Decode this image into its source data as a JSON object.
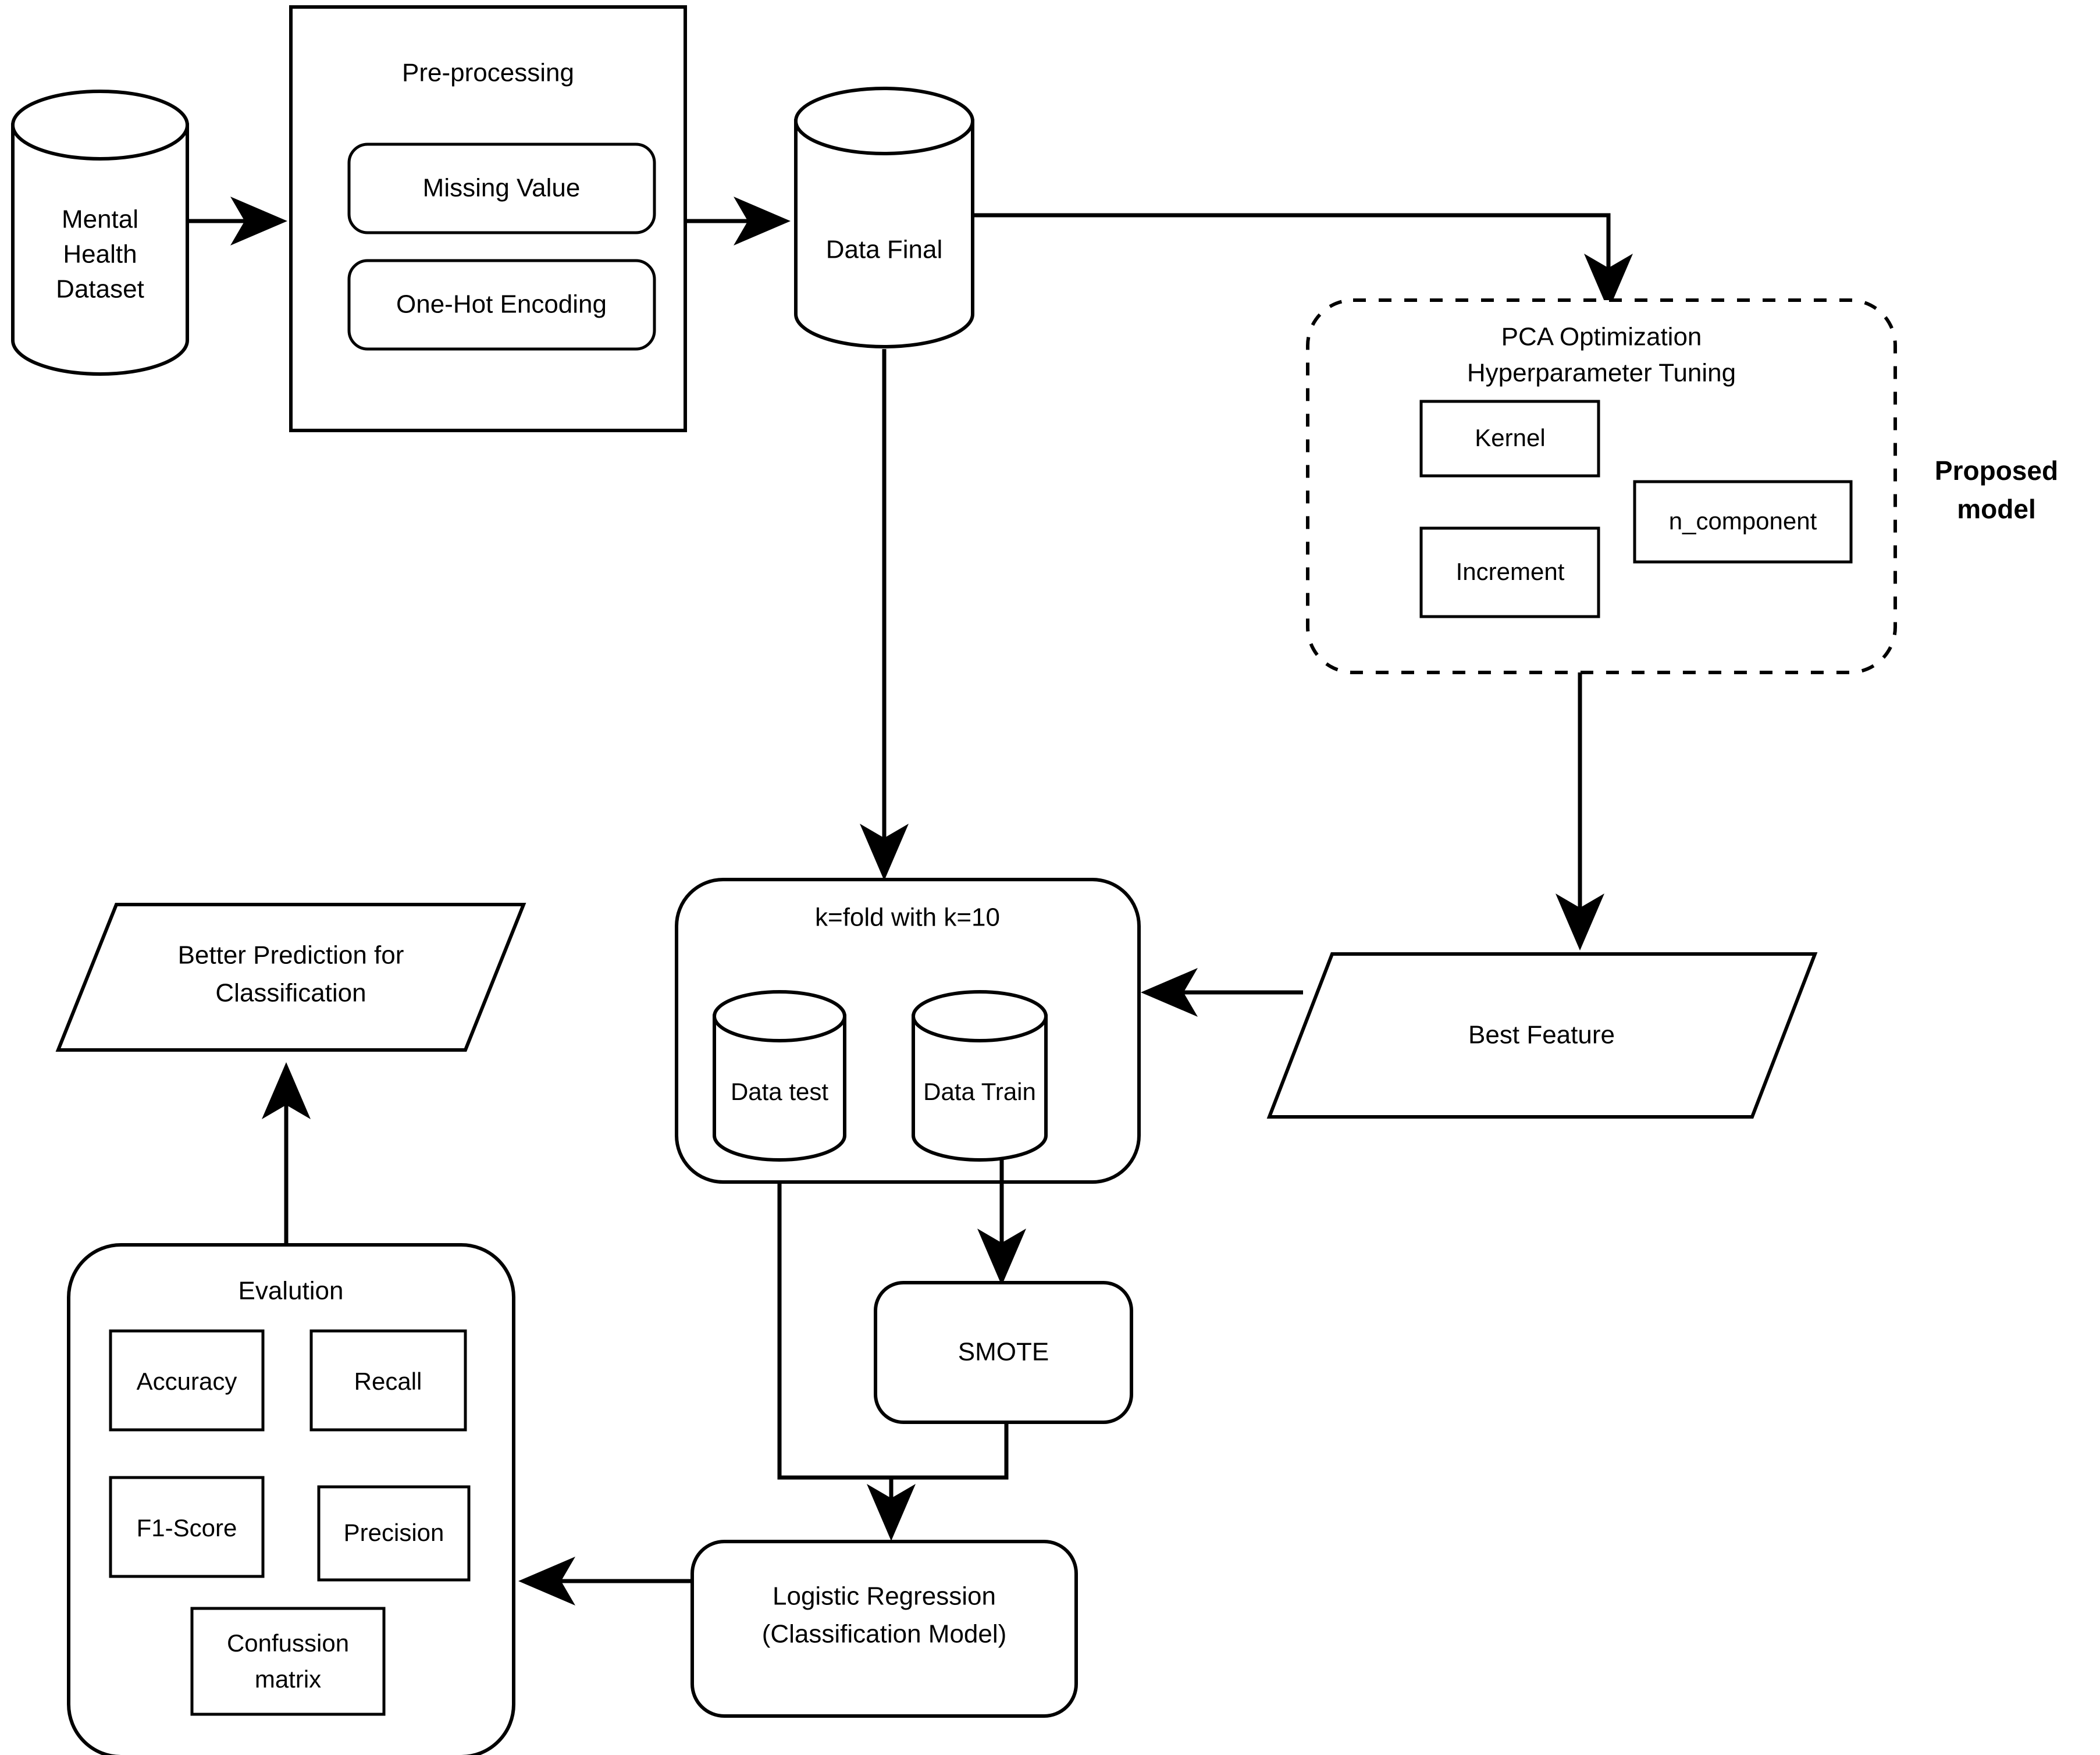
{
  "diagram": {
    "title_note": "Proposed model",
    "source": {
      "label_line1": "Mental",
      "label_line2": "Health",
      "label_line3": "Dataset"
    },
    "preprocessing": {
      "title": "Pre-processing",
      "steps": [
        {
          "label": "Missing Value"
        },
        {
          "label": "One-Hot Encoding"
        }
      ]
    },
    "data_final": {
      "label": "Data Final"
    },
    "pca": {
      "title_line1": "PCA Optimization",
      "title_line2": "Hyperparameter Tuning",
      "params": [
        {
          "label": "Kernel"
        },
        {
          "label": "Increment"
        },
        {
          "label": "n_component"
        }
      ]
    },
    "best_feature": {
      "label": "Best Feature"
    },
    "kfold": {
      "title": "k=fold  with k=10",
      "stores": [
        {
          "label": "Data test"
        },
        {
          "label": "Data Train"
        }
      ]
    },
    "smote": {
      "label": "SMOTE"
    },
    "classifier": {
      "label_line1": "Logistic Regression",
      "label_line2": "(Classification Model)"
    },
    "evaluation": {
      "title": "Evalution",
      "metrics": [
        {
          "label": "Accuracy"
        },
        {
          "label": "Recall"
        },
        {
          "label": "F1-Score"
        },
        {
          "label": "Precision"
        },
        {
          "label_line1": "Confussion",
          "label_line2": "matrix"
        }
      ]
    },
    "output": {
      "label_line1": "Better Prediction for",
      "label_line2": "Classification"
    },
    "colors": {
      "stroke": "#000000",
      "fill": "#ffffff",
      "background": "#ffffff"
    }
  }
}
